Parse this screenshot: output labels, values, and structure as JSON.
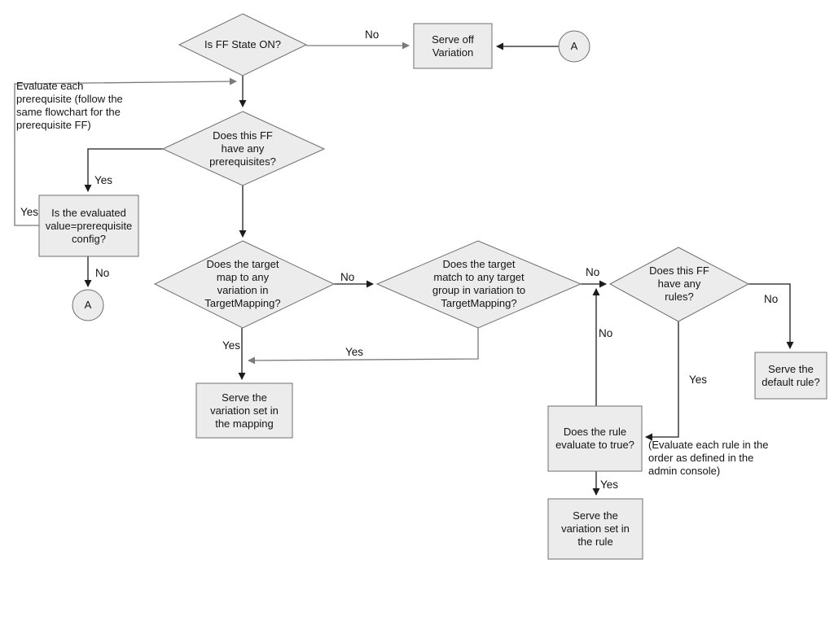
{
  "diagram": {
    "nodes": {
      "is_ff_state_on": "Is FF State ON?",
      "serve_off_variation": "Serve off Variation",
      "connector_a_top_right": "A",
      "has_prerequisites": "Does this FF have any prerequisites?",
      "is_evaluated_value": "Is the evaluated value=prerequisite config?",
      "connector_a_left": "A",
      "target_map_variation": "Does the target map to any variation in TargetMapping?",
      "target_match_group": "Does the target match to any target group in variation to TargetMapping?",
      "has_rules": "Does this FF have any rules?",
      "serve_mapping_variation": "Serve the variation set in the mapping",
      "rule_evaluates_true": "Does the rule evaluate to true?",
      "serve_rule_variation": "Serve the variation set in the rule",
      "serve_default_rule": "Serve the default rule?"
    },
    "edge_labels": {
      "no_off": "No",
      "yes_loop": "Yes",
      "yes_prereq": "Yes",
      "no_prereq_a": "No",
      "no_map": "No",
      "no_group": "No",
      "no_rule_false": "No",
      "no_rules_default": "No",
      "yes_rules": "Yes",
      "yes_rule_true": "Yes",
      "yes_map": "Yes",
      "yes_group": "Yes"
    },
    "notes": {
      "prerequisite_note": "Evaluate each prerequisite (follow the same flowchart for the prerequisite FF)",
      "rule_order_note": "(Evaluate each rule in the order as defined in the admin console)"
    },
    "colors": {
      "node_fill": "#ececec",
      "node_stroke": "#6f6f6f",
      "connector": "#1c1c1c",
      "connector_muted": "#7a7a7a",
      "text": "#141414",
      "background": "#ffffff"
    }
  }
}
